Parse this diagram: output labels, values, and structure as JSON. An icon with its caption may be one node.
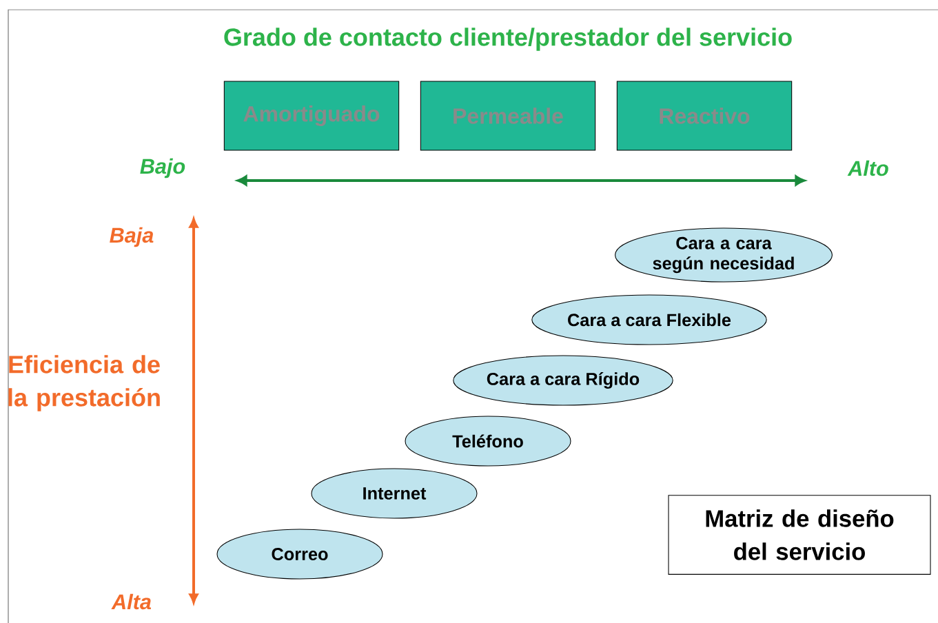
{
  "diagram": {
    "title": "Grado de contacto cliente/prestador del servicio",
    "nodes": [
      {
        "text": [
          "Amortiguado"
        ]
      },
      {
        "text": [
          "Permeable"
        ]
      },
      {
        "text": [
          "Reactivo"
        ]
      },
      {
        "text": [
          "Cara a cara según necesidad"
        ]
      },
      {
        "text": [
          "Cara a cara Flexible"
        ]
      },
      {
        "text": [
          "Cara a cara Rígido"
        ]
      },
      {
        "text": [
          "Teléfono"
        ]
      },
      {
        "text": [
          "Internet"
        ]
      },
      {
        "text": [
          "Correo"
        ]
      },
      {
        "text": [
          "Matriz de diseño del servicio"
        ]
      }
    ],
    "labels": [
      "Bajo",
      "Alto",
      "Baja",
      "Eficiencia de la prestación",
      "Alta"
    ]
  }
}
